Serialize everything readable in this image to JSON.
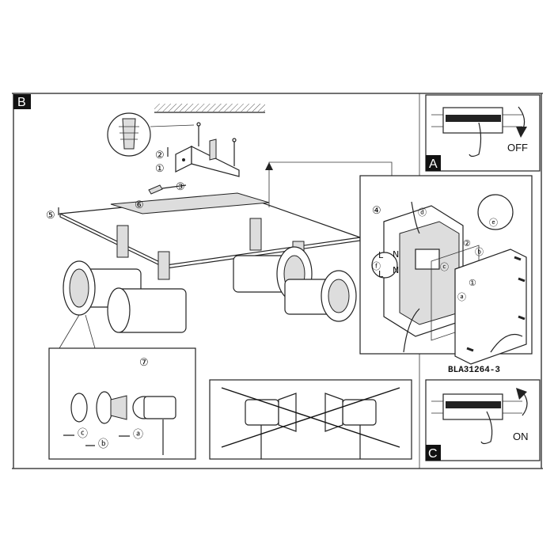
{
  "panels": {
    "main_label": "B",
    "switch_off_label": "A",
    "switch_on_label": "C"
  },
  "switch_off": {
    "text": "OFF"
  },
  "switch_on": {
    "text": "ON"
  },
  "model_code": "BLA31264-3",
  "steps": {
    "s1": "①",
    "s2": "②",
    "s3": "③",
    "s4": "④",
    "s5": "⑤",
    "s6": "⑥",
    "s7": "⑦",
    "box_s1": "①",
    "box_s2": "②"
  },
  "sub_steps": {
    "a": "ⓐ",
    "b": "ⓑ",
    "c": "ⓒ",
    "d": "ⓓ",
    "e": "ⓔ",
    "f": "ⓕ",
    "box_a": "ⓐ",
    "box_b": "ⓑ",
    "box_c": "ⓒ"
  },
  "terminal_labels": {
    "n1": "N",
    "n2": "N",
    "l1": "L",
    "l2": "L"
  }
}
